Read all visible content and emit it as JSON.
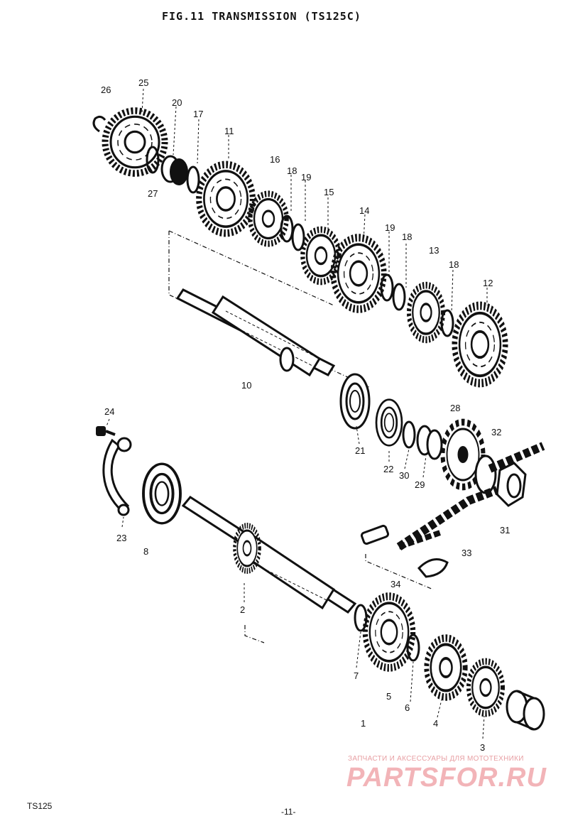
{
  "title": "FIG.11  TRANSMISSION (TS125C)",
  "footer": {
    "model": "TS125",
    "page": "-11-"
  },
  "watermark": {
    "tagline": "ЗАПЧАСТИ И АКСЕССУАРЫ ДЛЯ МОТОТЕХНИКИ",
    "logo": "PARTSFOR.RU"
  },
  "callouts": [
    "26",
    "25",
    "20",
    "17",
    "11",
    "16",
    "18",
    "19",
    "15",
    "14",
    "19",
    "18",
    "13",
    "18",
    "12",
    "27",
    "10",
    "24",
    "28",
    "32",
    "21",
    "22",
    "30",
    "29",
    "23",
    "8",
    "31",
    "33",
    "34",
    "2",
    "7",
    "5",
    "6",
    "4",
    "1",
    "3"
  ]
}
